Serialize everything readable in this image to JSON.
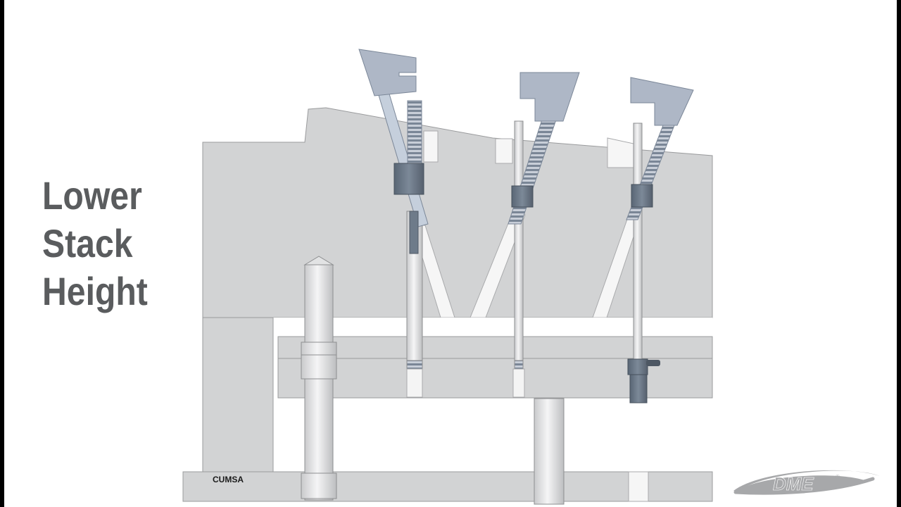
{
  "title": {
    "line1": "Lower",
    "line2": "Stack",
    "line3": "Height"
  },
  "labels": {
    "manufacturer": "CUMSA",
    "brand": "DME",
    "brand_mark": "®"
  },
  "colors": {
    "plate": "#d2d3d4",
    "plate_stroke": "#8f9092",
    "slot": "#f4f4f4",
    "lifter_head": "#aeb7c6",
    "collar": "#6e7b8a",
    "pin": "#e6e7e8",
    "title": "#5a5c5e"
  }
}
